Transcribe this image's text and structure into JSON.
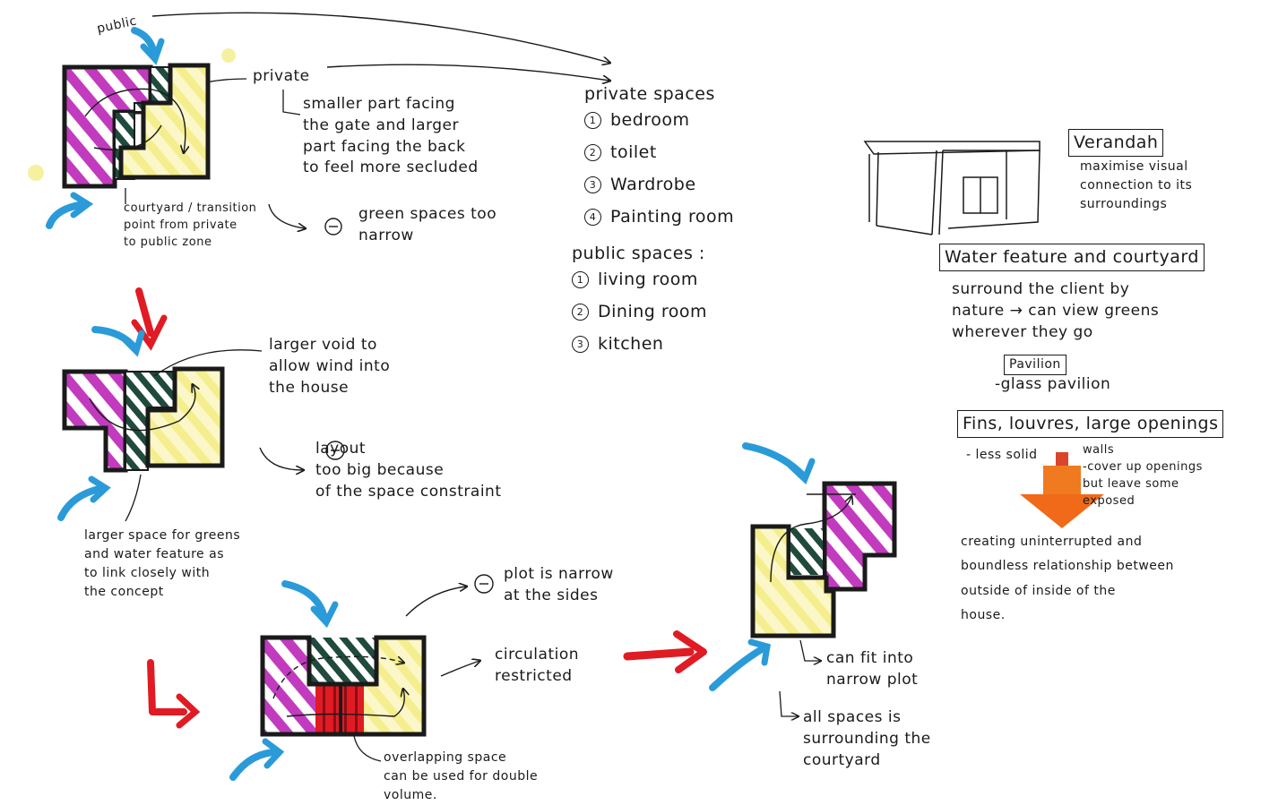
{
  "labels": {
    "public": "public",
    "private": "private",
    "note_secluded": "smaller part facing\nthe gate and larger\npart facing the back\nto feel more secluded",
    "note_courtyard": "courtyard / transition\npoint from private\nto public zone",
    "note_green_narrow": "green spaces too\nnarrow",
    "note_larger_void": "larger void to\nallow wind into\nthe house",
    "note_layout_big": "layout\ntoo big because\nof the space constraint",
    "note_larger_space": "larger space for greens\nand water feature as\nto link closely with\nthe concept",
    "note_plot_narrow": "plot is narrow\nat the sides",
    "note_circulation": "circulation\nrestricted",
    "note_overlap": "overlapping space\ncan be used for double\nvolume.",
    "note_fit_narrow": "can fit into\nnarrow plot",
    "note_surrounding": "all spaces is\nsurrounding the\ncourtyard",
    "minus": "−"
  },
  "private_spaces": {
    "title": "private spaces",
    "items": [
      "bedroom",
      "toilet",
      "Wardrobe",
      "Painting room"
    ]
  },
  "public_spaces": {
    "title": "public spaces :",
    "items": [
      "living room",
      "Dining room",
      "kitchen"
    ]
  },
  "features": {
    "verandah": {
      "title": "Verandah",
      "desc": "maximise visual\nconnection to its\nsurroundings"
    },
    "water": {
      "title": "Water feature and courtyard",
      "desc": "surround the client by\nnature → can view greens\nwherever they go"
    },
    "pavilion": {
      "title": "Pavilion",
      "desc": "-glass pavilion"
    },
    "fins": {
      "title": "Fins, louvres, large openings",
      "desc_left": "- less solid",
      "desc_right": "walls\n-cover up openings\nbut leave some\nexposed"
    },
    "conclusion": "creating uninterrupted and\nboundless relationship between\noutside of inside of the\nhouse."
  },
  "colors": {
    "ink": "#1a1a1a",
    "magenta": "#c23bbf",
    "yellow": "#f4ee8e",
    "green": "#1f4a3c",
    "blue": "#2a9bd8",
    "red": "#e01b24",
    "orange": "#f06a1a",
    "dot": "#f5f1a0"
  },
  "icons": [
    "arrow-blue-icon",
    "arrow-red-icon",
    "arrow-orange-icon",
    "verandah-sketch-icon"
  ]
}
